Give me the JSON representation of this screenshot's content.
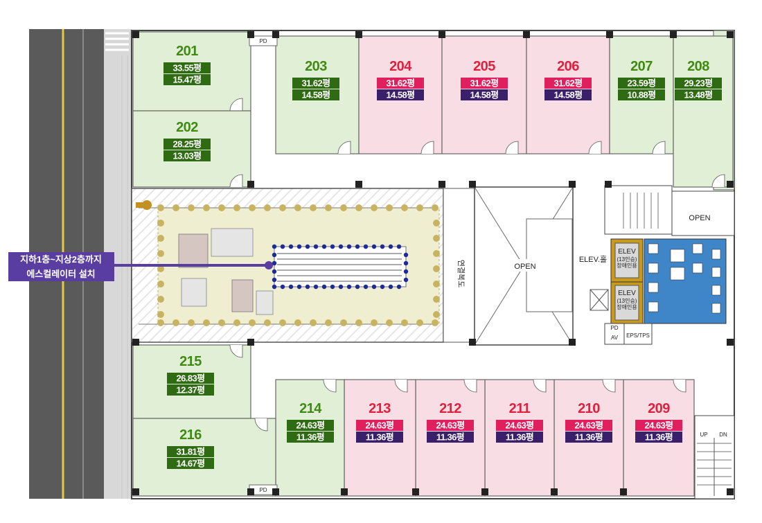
{
  "units": [
    {
      "no": "201",
      "area1": "33.55평",
      "area2": "15.47평",
      "type": "green"
    },
    {
      "no": "202",
      "area1": "28.25평",
      "area2": "13.03평",
      "type": "green"
    },
    {
      "no": "203",
      "area1": "31.62평",
      "area2": "14.58평",
      "type": "green"
    },
    {
      "no": "204",
      "area1": "31.62평",
      "area2": "14.58평",
      "type": "pink"
    },
    {
      "no": "205",
      "area1": "31.62평",
      "area2": "14.58평",
      "type": "pink"
    },
    {
      "no": "206",
      "area1": "31.62평",
      "area2": "14.58평",
      "type": "pink"
    },
    {
      "no": "207",
      "area1": "23.59평",
      "area2": "10.88평",
      "type": "green"
    },
    {
      "no": "208",
      "area1": "29.23평",
      "area2": "13.48평",
      "type": "green"
    },
    {
      "no": "209",
      "area1": "24.63평",
      "area2": "11.36평",
      "type": "pink"
    },
    {
      "no": "210",
      "area1": "24.63평",
      "area2": "11.36평",
      "type": "pink"
    },
    {
      "no": "211",
      "area1": "24.63평",
      "area2": "11.36평",
      "type": "pink"
    },
    {
      "no": "212",
      "area1": "24.63평",
      "area2": "11.36평",
      "type": "pink"
    },
    {
      "no": "213",
      "area1": "24.63평",
      "area2": "11.36평",
      "type": "pink"
    },
    {
      "no": "214",
      "area1": "24.63평",
      "area2": "11.36평",
      "type": "green"
    },
    {
      "no": "215",
      "area1": "26.83평",
      "area2": "12.37평",
      "type": "green"
    },
    {
      "no": "216",
      "area1": "31.81평",
      "area2": "14.67평",
      "type": "green"
    }
  ],
  "labels": {
    "open_center": "OPEN",
    "open_right": "OPEN",
    "corridor": "연결복도",
    "elev_hall": "ELEV.홀",
    "elev1": "ELEV",
    "elev1_sub1": "(13인승)",
    "elev1_sub2": "장애인용",
    "elev2": "ELEV",
    "elev2_sub1": "(13인승)",
    "elev2_sub2": "장애인용",
    "av": "AV",
    "eps": "EPS/TPS",
    "pd": "PD",
    "up": "UP",
    "dn": "DN"
  },
  "callout": {
    "line1": "지하1층~지상2층까지",
    "line2": "에스컬레이터 설치"
  },
  "colors": {
    "green_fill": "#e2efd7",
    "pink_fill": "#f9dde4",
    "green_text": "#3f8a12",
    "pink_text": "#e0203c",
    "green_tag": "#2f6b12",
    "pink_tag": "#e01f5e",
    "purple_tag": "#3a1f6b",
    "callout": "#5a3da0"
  }
}
